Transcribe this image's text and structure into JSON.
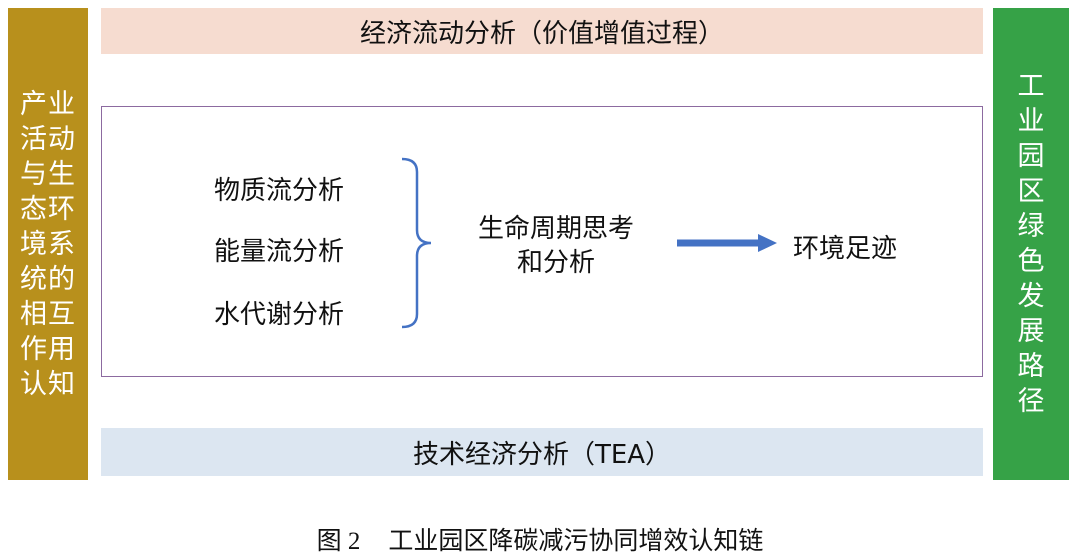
{
  "left_pillar": {
    "text": "产业活动与生态环境系统的相互作用认知",
    "color": "#b8901c"
  },
  "right_pillar": {
    "text": "工业园区绿色发展路径",
    "color": "#36a247"
  },
  "top_band": {
    "text": "经济流动分析（价值增值过程）",
    "color": "#f6dcd0"
  },
  "bottom_band": {
    "text": "技术经济分析（TEA）",
    "color": "#dce6f1"
  },
  "center": {
    "items": [
      "物质流分析",
      "能量流分析",
      "水代谢分析"
    ],
    "lifecycle": "生命周期思考和分析",
    "footprint": "环境足迹",
    "bracket_color": "#4472c4",
    "arrow_color": "#4472c4",
    "frame_color": "#8c6aa0"
  },
  "caption": {
    "number": "图 2",
    "title": "工业园区降碳减污协同增效认知链"
  }
}
